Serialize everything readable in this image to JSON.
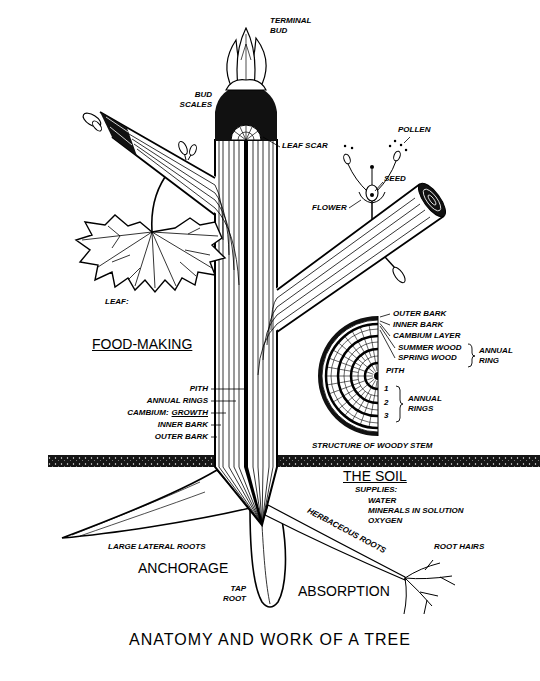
{
  "diagram": {
    "title": "ANATOMY AND WORK OF A TREE",
    "labels": [
      "TERMINAL BUD",
      "BUD SCALES",
      "LEAF SCAR",
      "POLLEN",
      "SEED",
      "FLOWER",
      "LEAF:",
      "FOOD-MAKING",
      "OUTER BARK",
      "INNER BARK",
      "CAMBIUM LAYER",
      "SUMMER WOOD",
      "SPRING WOOD",
      "ANNUAL RING",
      "PITH",
      "1",
      "2",
      "3",
      "ANNUAL RINGS",
      "PITH",
      "ANNUAL RINGS",
      "CAMBIUM:",
      "GROWTH",
      "INNER BARK",
      "OUTER BARK",
      "STRUCTURE OF WOODY STEM",
      "THE SOIL",
      "SUPPLIES:",
      "WATER",
      "MINERALS IN SOLUTION",
      "OXYGEN",
      "LARGE LATERAL ROOTS",
      "ANCHORAGE",
      "HERBACEOUS ROOTS",
      "ROOT HAIRS",
      "TAP ROOT",
      "ABSORPTION"
    ]
  }
}
